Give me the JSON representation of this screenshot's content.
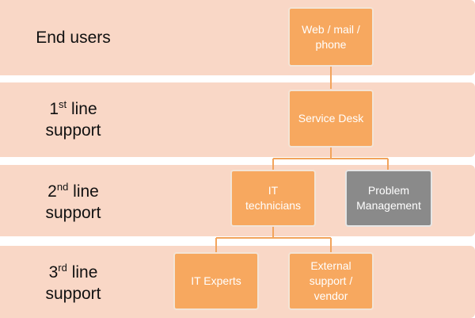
{
  "tiers": [
    {
      "label": "End users"
    },
    {
      "ordinal": "1",
      "suffix": "st",
      "rest": " line",
      "line2": "support"
    },
    {
      "ordinal": "2",
      "suffix": "nd",
      "rest": " line",
      "line2": "support"
    },
    {
      "ordinal": "3",
      "suffix": "rd",
      "rest": " line",
      "line2": "support"
    }
  ],
  "nodes": {
    "web_mail_phone": {
      "line1": "Web / mail /",
      "line2": "phone"
    },
    "service_desk": {
      "line1": "Service Desk"
    },
    "it_technicians": {
      "line1": "IT",
      "line2": "technicians"
    },
    "problem_management": {
      "line1": "Problem",
      "line2": "Management"
    },
    "it_experts": {
      "line1": "IT Experts"
    },
    "external_support": {
      "line1": "External",
      "line2": "support /",
      "line3": "vendor"
    }
  },
  "colors": {
    "band": "#f9d7c6",
    "node": "#f7a85f",
    "node_alt": "#8a8a8a",
    "connector": "#f2a45c"
  }
}
